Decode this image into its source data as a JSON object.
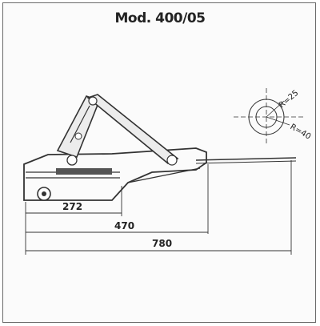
{
  "title": "Mod. 400/05",
  "dimensions": {
    "d1": "272",
    "d2": "470",
    "d3": "780"
  },
  "radii": {
    "r1": "R=25",
    "r2": "R=40"
  }
}
